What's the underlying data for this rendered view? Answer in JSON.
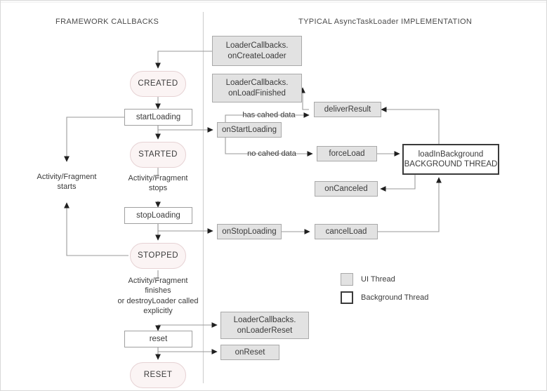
{
  "diagram": {
    "title_left": "FRAMEWORK CALLBACKS",
    "title_right": "TYPICAL AsyncTaskLoader IMPLEMENTATION",
    "colors": {
      "ui_thread_fill": "#e2e2e2",
      "ui_thread_border": "#a9a9a9",
      "state_fill": "#fbf4f4",
      "state_border": "#e6d2d4",
      "background_thread_border": "#3a3a3a",
      "edge": "#9a9a9a",
      "divider": "#cfcfcf",
      "text": "#3b3b3b"
    }
  },
  "states": [
    {
      "id": "created",
      "label": "CREATED"
    },
    {
      "id": "started",
      "label": "STARTED"
    },
    {
      "id": "stopped",
      "label": "STOPPED"
    },
    {
      "id": "reset",
      "label": "RESET"
    }
  ],
  "framework_boxes": [
    {
      "id": "startLoading",
      "label": "startLoading"
    },
    {
      "id": "stopLoading",
      "label": "stopLoading"
    },
    {
      "id": "reset",
      "label": "reset"
    }
  ],
  "ui_thread_boxes": [
    {
      "id": "onCreateLoader",
      "label": "LoaderCallbacks.\nonCreateLoader"
    },
    {
      "id": "onLoadFinished",
      "label": "LoaderCallbacks.\nonLoadFinished"
    },
    {
      "id": "deliverResult",
      "label": "deliverResult"
    },
    {
      "id": "onStartLoading",
      "label": "onStartLoading"
    },
    {
      "id": "forceLoad",
      "label": "forceLoad"
    },
    {
      "id": "onCanceled",
      "label": "onCanceled"
    },
    {
      "id": "onStopLoading",
      "label": "onStopLoading"
    },
    {
      "id": "cancelLoad",
      "label": "cancelLoad"
    },
    {
      "id": "onLoaderReset",
      "label": "LoaderCallbacks.\nonLoaderReset"
    },
    {
      "id": "onReset",
      "label": "onReset"
    }
  ],
  "background_thread_box": {
    "id": "loadInBackground",
    "label": "loadInBackground\nBACKGROUND THREAD"
  },
  "edge_labels": [
    {
      "id": "activity-starts",
      "label": "Activity/Fragment\nstarts"
    },
    {
      "id": "activity-stops",
      "label": "Activity/Fragment\nstops"
    },
    {
      "id": "activity-finishes",
      "label": "Activity/Fragment\nfinishes\nor destroyLoader called\nexplicitly"
    },
    {
      "id": "has-cached-data",
      "label": "has cahed data"
    },
    {
      "id": "no-cached-data",
      "label": "no cahed data"
    }
  ],
  "legend": {
    "items": [
      {
        "id": "ui-thread",
        "label": "UI Thread"
      },
      {
        "id": "background-thread",
        "label": "Background Thread"
      }
    ]
  }
}
